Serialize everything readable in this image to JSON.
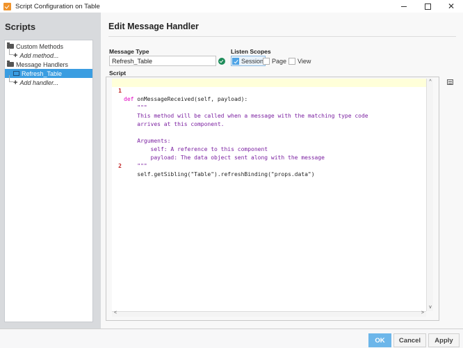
{
  "window": {
    "title": "Script Configuration on Table",
    "controls": {
      "minimize": "minimize",
      "maximize": "maximize",
      "close": "✕"
    }
  },
  "sidebar": {
    "title": "Scripts",
    "tree": [
      {
        "type": "folder",
        "label": "Custom Methods"
      },
      {
        "type": "add",
        "label": "Add method..."
      },
      {
        "type": "folder",
        "label": "Message Handlers"
      },
      {
        "type": "handler",
        "label": "Refresh_Table",
        "selected": true
      },
      {
        "type": "add",
        "label": "Add handler..."
      }
    ]
  },
  "main": {
    "title": "Edit Message Handler",
    "message_type": {
      "label": "Message Type",
      "value": "Refresh_Table",
      "status": "valid"
    },
    "listen_scopes": {
      "label": "Listen Scopes",
      "options": [
        {
          "label": "Session",
          "checked": true
        },
        {
          "label": "Page",
          "checked": false
        },
        {
          "label": "View",
          "checked": false
        }
      ]
    },
    "script": {
      "label": "Script",
      "lines": [
        {
          "num": "1",
          "kw": "def",
          "text": " onMessageReceived(self, payload):",
          "cls": ""
        },
        {
          "num": "",
          "kw": "",
          "text": "    \"\"\"",
          "cls": "doc"
        },
        {
          "num": "",
          "kw": "",
          "text": "    This method will be called when a message with the matching type code",
          "cls": "doc"
        },
        {
          "num": "",
          "kw": "",
          "text": "    arrives at this component.",
          "cls": "doc"
        },
        {
          "num": "",
          "kw": "",
          "text": "",
          "cls": "doc"
        },
        {
          "num": "",
          "kw": "",
          "text": "    Arguments:",
          "cls": "doc"
        },
        {
          "num": "",
          "kw": "",
          "text": "        self: A reference to this component",
          "cls": "doc"
        },
        {
          "num": "",
          "kw": "",
          "text": "        payload: The data object sent along with the message",
          "cls": "doc"
        },
        {
          "num": "",
          "kw": "",
          "text": "    \"\"\"",
          "cls": "doc"
        },
        {
          "num": "2",
          "kw": "",
          "text": "    self.getSibling(\"Table\").refreshBinding(\"props.data\")",
          "cls": ""
        }
      ]
    }
  },
  "footer": {
    "ok": "OK",
    "cancel": "Cancel",
    "apply": "Apply"
  },
  "colors": {
    "accent": "#3a9de1",
    "ok_button": "#6cb6ea",
    "keyword": "#e000c0",
    "docstring": "#7a1fa0",
    "current_line": "#ffffd9",
    "valid": "#1e8c5a"
  }
}
